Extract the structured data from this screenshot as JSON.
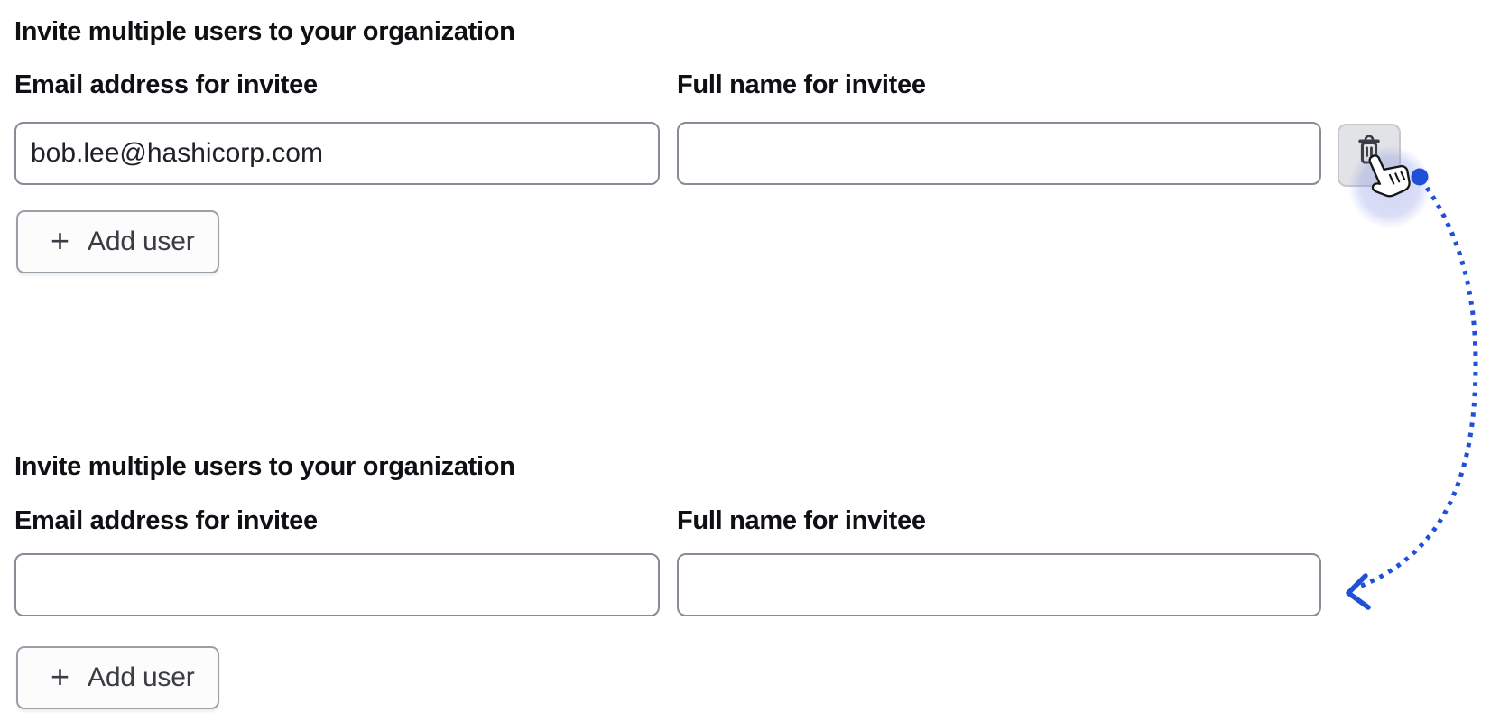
{
  "page": {
    "background": "#ffffff"
  },
  "colors": {
    "heading_text": "#0e1014",
    "input_text": "#1f2228",
    "input_border": "#888c96",
    "button_text": "#3a3d44",
    "button_border": "#9aa0a8",
    "button_background": "#fcfcfd",
    "delete_button_background": "#e1e3e6",
    "delete_button_border": "#c6c8cd",
    "trash_icon_color": "#3a3d45",
    "annotation_blue": "#2150d8",
    "cursor_halo": "rgba(120,135,225,0.28)"
  },
  "sections": [
    {
      "heading": "Invite multiple users to your organization",
      "fields": [
        {
          "label": "Email address for invitee",
          "value": "bob.lee@hashicorp.com"
        },
        {
          "label": "Full name for invitee",
          "value": ""
        }
      ],
      "add_user_button": {
        "icon": "plus-icon",
        "glyph": "+",
        "label": "Add user"
      },
      "delete_button": {
        "icon": "trash-icon"
      }
    },
    {
      "heading": "Invite multiple users to your organization",
      "fields": [
        {
          "label": "Email address for invitee",
          "value": ""
        },
        {
          "label": "Full name for invitee",
          "value": ""
        }
      ],
      "add_user_button": {
        "icon": "plus-icon",
        "glyph": "+",
        "label": "Add user"
      }
    }
  ],
  "annotation": {
    "arrow_icon": "dotted-arrow",
    "arrow_color": "#2150d8",
    "cursor_icon": "hand-pointer-icon"
  }
}
